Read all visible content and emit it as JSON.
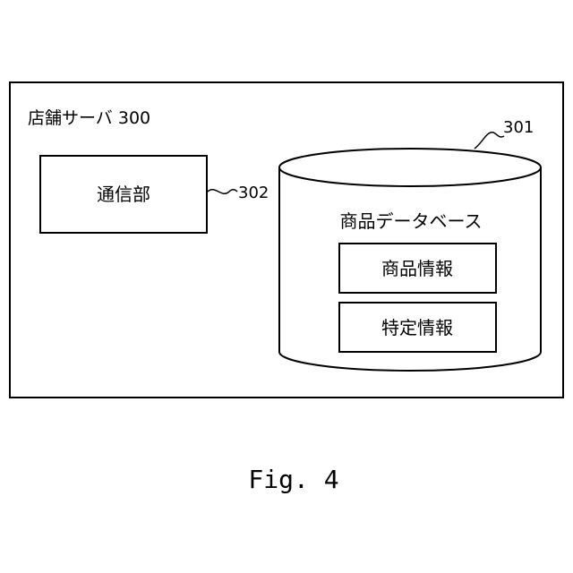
{
  "server": {
    "title": "店舗サーバ 300"
  },
  "comm": {
    "label": "通信部",
    "ref": "302"
  },
  "database": {
    "title": "商品データベース",
    "ref": "301",
    "items": [
      {
        "label": "商品情報"
      },
      {
        "label": "特定情報"
      }
    ]
  },
  "figure": {
    "caption": "Fig. 4"
  }
}
